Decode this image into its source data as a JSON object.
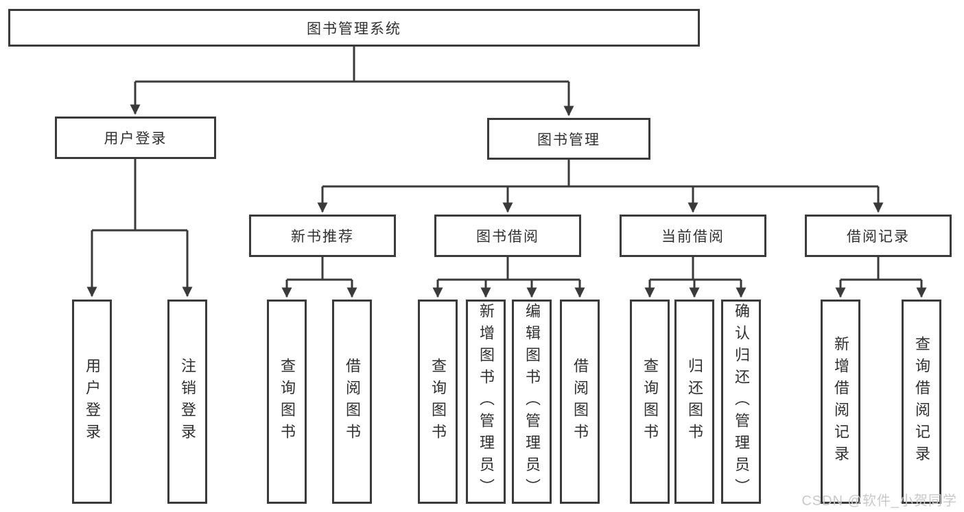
{
  "colors": {
    "line": "#3a3a3a",
    "text": "#303030",
    "watermark": "#c9c9c9",
    "background": "#ffffff"
  },
  "nodes": {
    "root": "图书管理系统",
    "level2": {
      "user_login": "用户登录",
      "book_mgmt": "图书管理"
    },
    "level3": {
      "new_book_rec": "新书推荐",
      "book_borrow": "图书借阅",
      "current_borrow": "当前借阅",
      "borrow_record": "借阅记录"
    },
    "leaves": {
      "user_login": [
        "用户登录",
        "注销登录"
      ],
      "new_book_rec": [
        "查询图书",
        "借阅图书"
      ],
      "book_borrow": [
        "查询图书",
        "新增图书（管理员）",
        "编辑图书（管理员）",
        "借阅图书"
      ],
      "current_borrow": [
        "查询图书",
        "归还图书",
        "确认归还（管理员）"
      ],
      "borrow_record": [
        "新增借阅记录",
        "查询借阅记录"
      ]
    }
  },
  "watermark": "CSDN @软件_小贺同学"
}
